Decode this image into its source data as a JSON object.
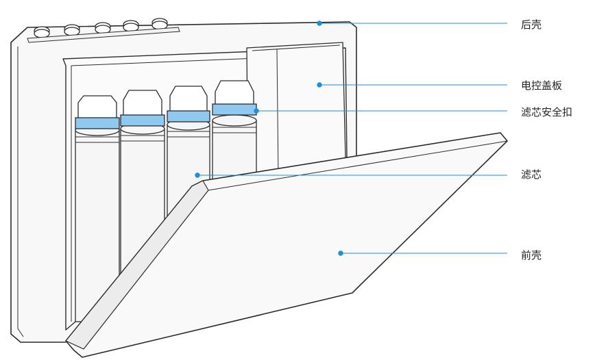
{
  "labels": {
    "back_shell": "后壳",
    "control_panel": "电控盖板",
    "filter_clip": "滤芯安全扣",
    "filter": "滤芯",
    "front_shell": "前壳"
  },
  "colors": {
    "leader_line": "#1f8fd6",
    "clip_band": "#8fc9ef",
    "outline": "#2b2b2b",
    "body_fill": "#f7f7f7"
  }
}
